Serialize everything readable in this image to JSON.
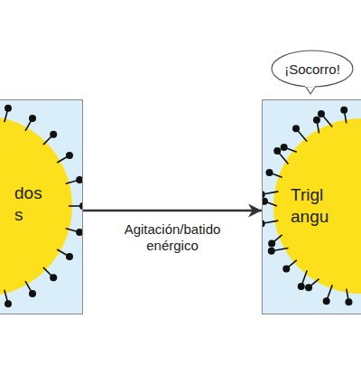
{
  "diagram": {
    "nodes": [
      {
        "text": [
          "dos s"
        ]
      },
      {
        "text": [
          "Trigl angu"
        ]
      },
      {
        "text": [
          "¡Socorro!"
        ]
      }
    ],
    "edges": [
      {
        "from": 0,
        "to": 1,
        "arrow": "to",
        "label": "Agitación/batido enérgico"
      }
    ]
  }
}
